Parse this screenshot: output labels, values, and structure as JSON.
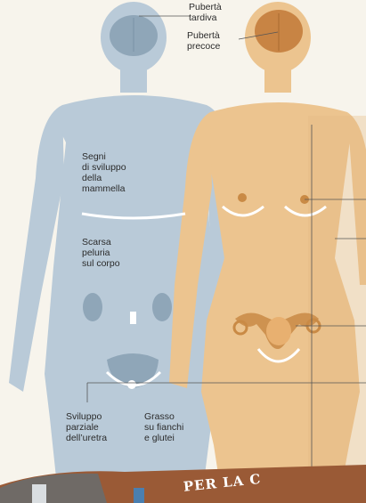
{
  "colors": {
    "background": "#f7f4ec",
    "male_body": "#b9cad8",
    "male_organ": "#8fa6b8",
    "female_body": "#ecc48f",
    "female_organ": "#c98a45",
    "female_brain": "#c88444",
    "white_line": "#ffffff",
    "banner": "#9a5a36"
  },
  "labels": {
    "puberta_tardiva": "Pubertà\ntardiva",
    "puberta_precoce": "Pubertà\nprecoce",
    "segni_sviluppo": "Segni\ndi sviluppo\ndella\nmammella",
    "scarsa_peluria": "Scarsa\npeluria\nsul corpo",
    "sviluppo_uretra": "Sviluppo\nparziale\ndell’uretra",
    "grasso_fianchi": "Grasso\nsu fianchi\ne glutei"
  },
  "banner": {
    "text": "PER LA C"
  }
}
